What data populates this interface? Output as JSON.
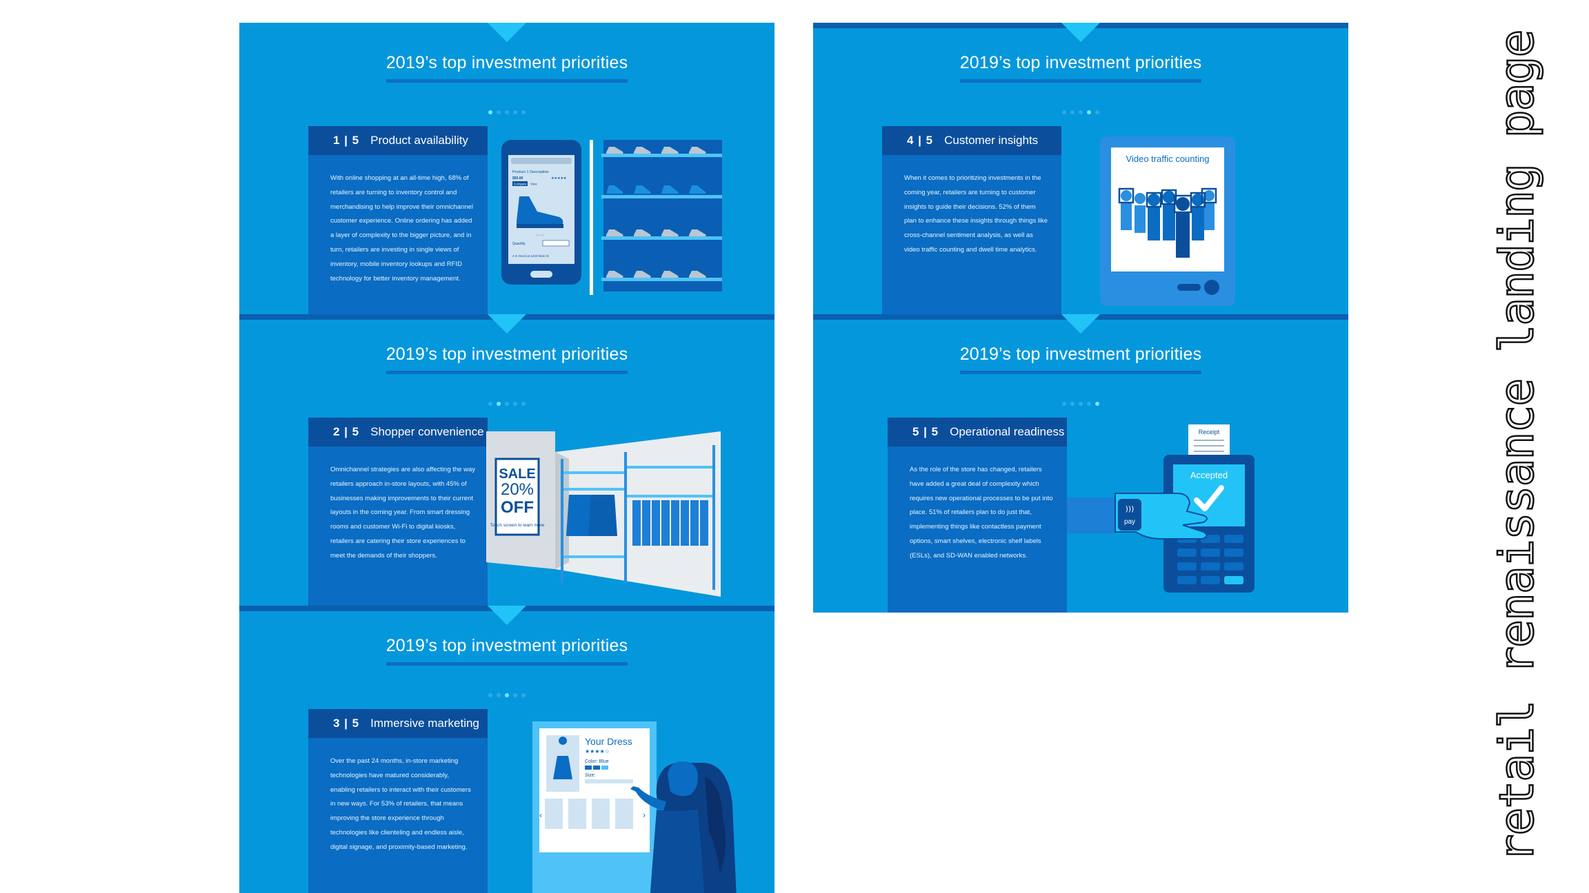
{
  "side_title": "retail renaissance landing page",
  "colors": {
    "panel_bg": "#0597dc",
    "card_bg": "#0a6cc2",
    "card_head": "#0b4f9c",
    "accent": "#22c4f7"
  },
  "panels": [
    {
      "title": "2019’s top investment priorities",
      "number": "1 | 5",
      "heading": "Product availability",
      "body": "With online shopping at an all-time high, 68% of retailers are turning to inventory control and merchandising to help improve their omnichannel customer experience. Online ordering has added a layer of complexity to the bigger picture, and in turn, retailers are investing in single views of inventory, mobile inventory lookups and RFID technology for better inventory management.",
      "active_dot": 1,
      "phone": {
        "product_desc": "Product 1 Description",
        "price": "$50.00",
        "compare": "Compare",
        "view": "View",
        "quantity": "Quantity",
        "stock": "4 In Stock at 1234 Main St"
      },
      "illustration": "phone-and-shoe-shelves"
    },
    {
      "title": "2019’s top investment priorities",
      "number": "2 | 5",
      "heading": "Shopper convenience",
      "body": "Omnichannel strategies are also affecting the way retailers approach in-store layouts, with 45% of businesses making improvements to their current layouts in the coming year. From smart dressing rooms and customer Wi-Fi to digital kiosks, retailers are catering their store experiences to meet the demands of their shoppers.",
      "active_dot": 2,
      "sale": {
        "line1": "SALE",
        "line2": "20%",
        "line3": "OFF",
        "touch": "Touch screen to learn more"
      },
      "illustration": "store-kiosk-and-racks"
    },
    {
      "title": "2019’s top investment priorities",
      "number": "3 | 5",
      "heading": "Immersive marketing",
      "body": "Over the past 24 months, in-store marketing technologies have matured considerably, enabling retailers to interact with their customers in new ways. For 53% of retailers, that means improving the store experience through technologies like clienteling and endless aisle, digital signage, and proximity-based marketing.",
      "active_dot": 3,
      "screen": {
        "product": "Your Dress",
        "color": "Color: Blue",
        "size": "Size:"
      },
      "illustration": "woman-at-touchscreen"
    },
    {
      "title": "2019’s top investment priorities",
      "number": "4 | 5",
      "heading": "Customer insights",
      "body": "When it comes to prioritizing investments in the coming year, retailers are turning to customer insights to guide their decisions. 52% of them plan to enhance these insights through things like cross-channel sentiment analysis, as well as video traffic counting and dwell time analytics.",
      "active_dot": 4,
      "tablet_label": "Video traffic counting",
      "illustration": "tablet-people-counting"
    },
    {
      "title": "2019’s top investment priorities",
      "number": "5 | 5",
      "heading": "Operational readiness",
      "body": "As the role of the store has changed, retailers have added a great deal of complexity which requires new operational processes to be put into place. 51% of retailers plan to do just that, implementing things like contactless payment options, smart shelves, electronic shelf labels (ESLs), and SD-WAN enabled networks.",
      "active_dot": 5,
      "receipt": "Receipt",
      "accepted": "Accepted",
      "pay": "pay",
      "illustration": "contactless-payment-terminal"
    }
  ]
}
